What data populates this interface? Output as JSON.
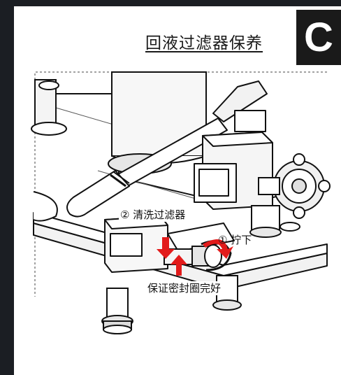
{
  "section_badge": "C",
  "title": "回液过滤器保养",
  "labels": {
    "clean_filter": "② 清洗过滤器",
    "turn_down": "① 拧下",
    "seal_ring": "保证密封圈完好"
  }
}
